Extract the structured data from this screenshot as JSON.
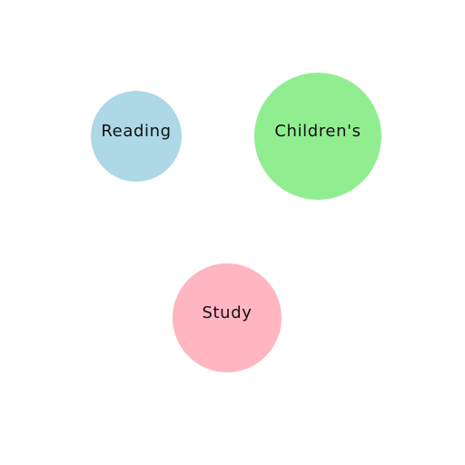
{
  "diagram": {
    "bubbles": [
      {
        "id": "reading",
        "label": "Reading",
        "color": "#add8e6"
      },
      {
        "id": "childrens",
        "label": "Children's",
        "color": "#90ee90"
      },
      {
        "id": "study",
        "label": "Study",
        "color": "#ffb6c1"
      }
    ]
  }
}
